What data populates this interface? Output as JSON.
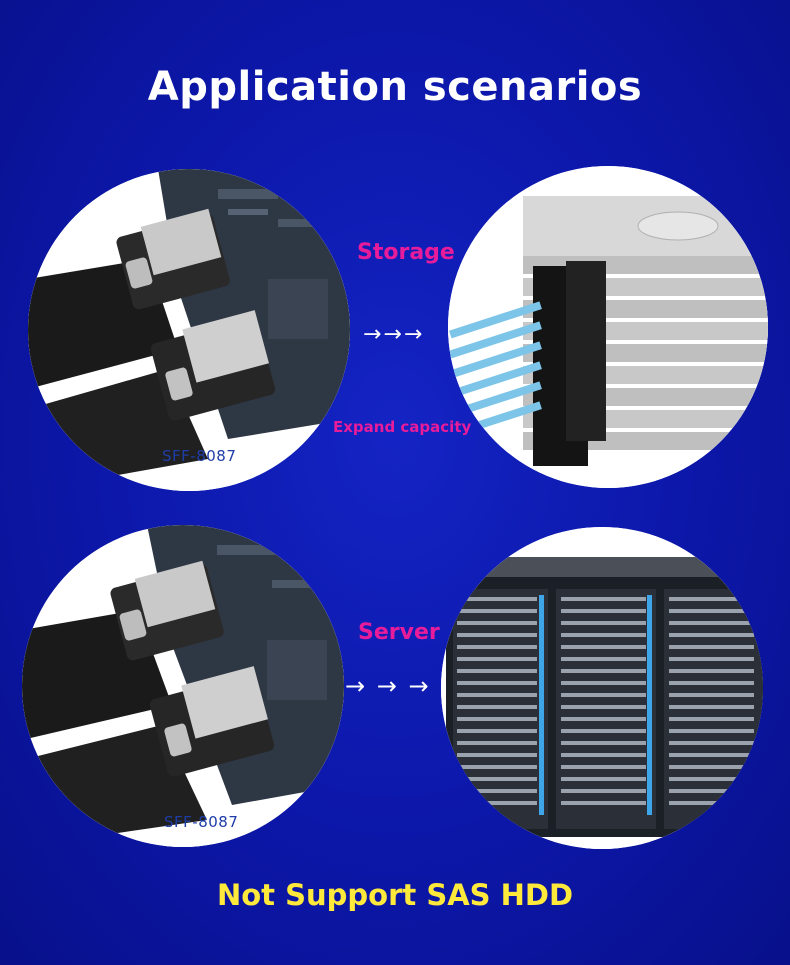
{
  "header": {
    "title": "Application scenarios"
  },
  "panels": [
    {
      "connector_label": "SFF-8087",
      "scenario": "Storage",
      "sub_label": "Expand capacity",
      "arrows": "→→→"
    },
    {
      "connector_label": "SFF-8087",
      "scenario": "Server",
      "arrows": "→ → →"
    }
  ],
  "footer": {
    "note": "Not Support SAS HDD"
  },
  "colors": {
    "background": "#0c17a8",
    "accent_magenta": "#e81c9a",
    "footer_yellow": "#ffe93b",
    "cable_blue": "#7cc4e8"
  }
}
